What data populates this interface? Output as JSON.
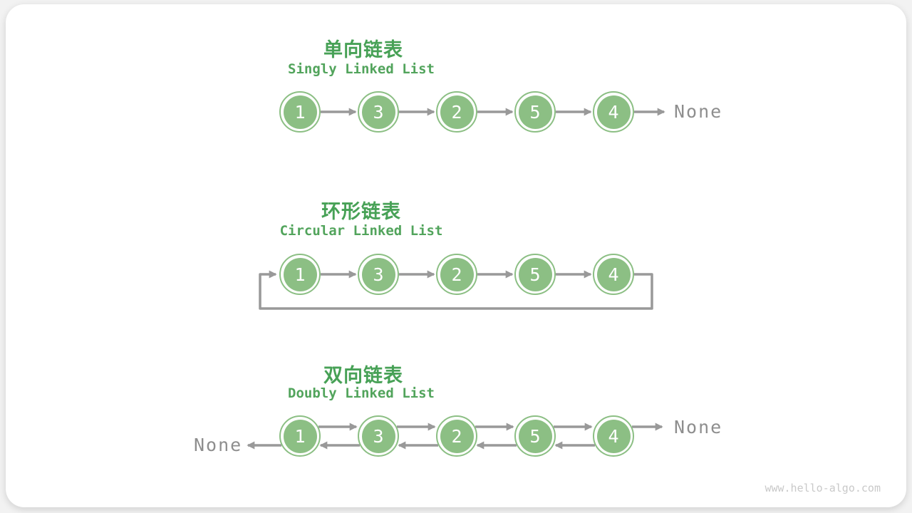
{
  "page": {
    "watermark": "www.hello-algo.com"
  },
  "colors": {
    "node-green": "#8cbf84",
    "title-green": "#47a156",
    "subtitle-green": "#52a45c",
    "arrow-gray": "#999999",
    "none-gray": "#8e8e8e",
    "watermark-gray": "#c9c9c9"
  },
  "sections": [
    {
      "id": "singly",
      "title_zh": "单向链表",
      "title_en": "Singly Linked List",
      "nodes": [
        "1",
        "3",
        "2",
        "5",
        "4"
      ],
      "tail_label": "None"
    },
    {
      "id": "circular",
      "title_zh": "环形链表",
      "title_en": "Circular Linked List",
      "nodes": [
        "1",
        "3",
        "2",
        "5",
        "4"
      ]
    },
    {
      "id": "doubly",
      "title_zh": "双向链表",
      "title_en": "Doubly Linked List",
      "nodes": [
        "1",
        "3",
        "2",
        "5",
        "4"
      ],
      "head_label": "None",
      "tail_label": "None"
    }
  ]
}
